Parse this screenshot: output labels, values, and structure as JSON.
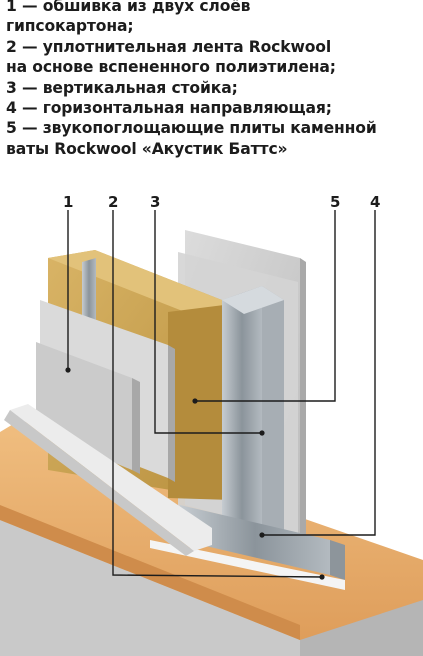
{
  "legend": [
    "1 — обшивка из двух слоёв",
    "гипсокартона;",
    "2 — уплотнительная лента Rockwool",
    "на основе вспененного полиэтилена;",
    "3 — вертикальная стойка;",
    "4 — горизонтальная направляющая;",
    "5 — звукопоглощающие плиты каменной",
    "ваты Rockwool «Акустик Баттс»"
  ],
  "callouts": {
    "c1": "1",
    "c2": "2",
    "c3": "3",
    "c5": "5",
    "c4": "4"
  },
  "colors": {
    "floor": "#e9b170",
    "gypsum": "#cfcfcf",
    "wool": "#c9a455",
    "metal": "#9aa3aa",
    "tape": "#f2f2f2"
  }
}
